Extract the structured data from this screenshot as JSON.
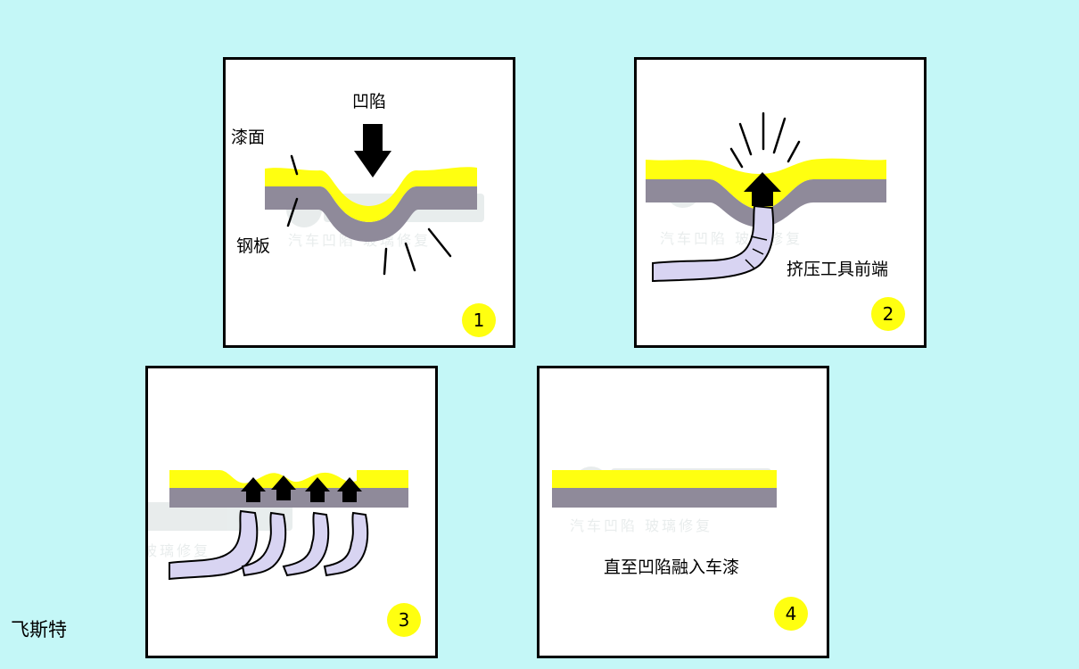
{
  "colors": {
    "background": "#c4f7f7",
    "paint_layer": "#ffff10",
    "steel_layer": "#8f8a9a",
    "tool": "#d8d4f2",
    "number_badge": "#ffff10"
  },
  "panels": [
    {
      "number": "1",
      "labels": {
        "dent": "凹陷",
        "paint": "漆面",
        "steel": "钢板"
      }
    },
    {
      "number": "2",
      "labels": {
        "tool_tip": "挤压工具前端"
      }
    },
    {
      "number": "3"
    },
    {
      "number": "4",
      "labels": {
        "caption": "直至凹陷融入车漆"
      }
    }
  ],
  "footer": {
    "author": "飞斯特"
  }
}
